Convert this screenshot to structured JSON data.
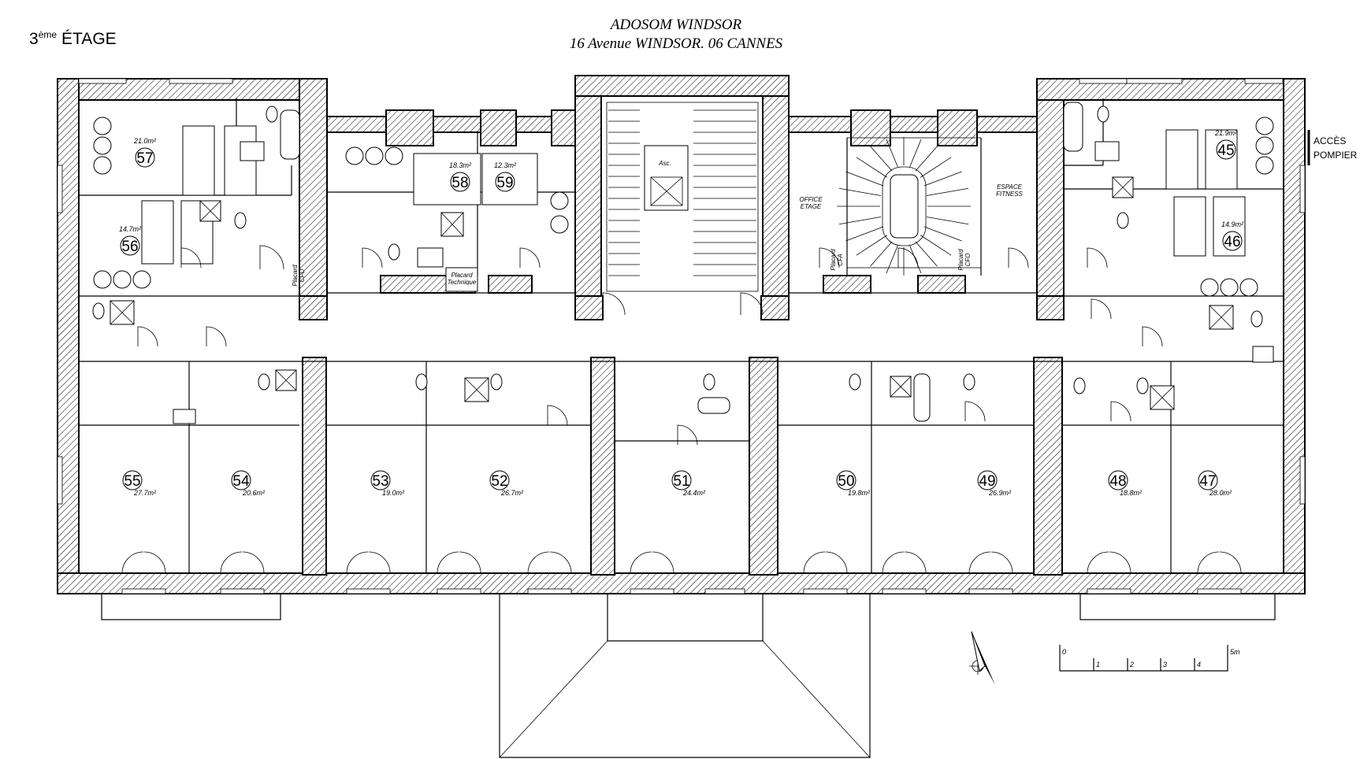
{
  "header": {
    "floor_base": "3",
    "floor_sup": "ème",
    "floor_label": "ÉTAGE",
    "title": "ADOSOM WINDSOR",
    "address": "16 Avenue WINDSOR. 06 CANNES"
  },
  "access_label": [
    "ACCÈS",
    "POMPIER"
  ],
  "rooms": [
    {
      "number": "57",
      "area": "21.0m²"
    },
    {
      "number": "56",
      "area": "14.7m²"
    },
    {
      "number": "58",
      "area": "18.3m²"
    },
    {
      "number": "59",
      "area": "12.3m²"
    },
    {
      "number": "45",
      "area": "21.9m²"
    },
    {
      "number": "46",
      "area": "14.9m²"
    },
    {
      "number": "55",
      "area": "27.7m²"
    },
    {
      "number": "54",
      "area": "20.6m²"
    },
    {
      "number": "53",
      "area": "19.0m²"
    },
    {
      "number": "52",
      "area": "26.7m²"
    },
    {
      "number": "51",
      "area": "24.4m²"
    },
    {
      "number": "50",
      "area": "19.8m²"
    },
    {
      "number": "49",
      "area": "26.9m²"
    },
    {
      "number": "48",
      "area": "18.8m²"
    },
    {
      "number": "47",
      "area": "28.0m²"
    }
  ],
  "labels": {
    "elevator": "Asc.",
    "office": [
      "OFFICE",
      "ETAGE"
    ],
    "fitness": [
      "ESPACE",
      "FITNESS"
    ],
    "placard_cfo_left": [
      "Placard",
      "CFO"
    ],
    "placard_technique": [
      "Placard",
      "Technique"
    ],
    "placard_cfa": [
      "Placard",
      "CFA"
    ],
    "placard_cfo_right": [
      "Placard",
      "CFO"
    ]
  },
  "scale_bar": {
    "ticks": [
      "0",
      "1",
      "2",
      "3",
      "4",
      "5m"
    ]
  }
}
